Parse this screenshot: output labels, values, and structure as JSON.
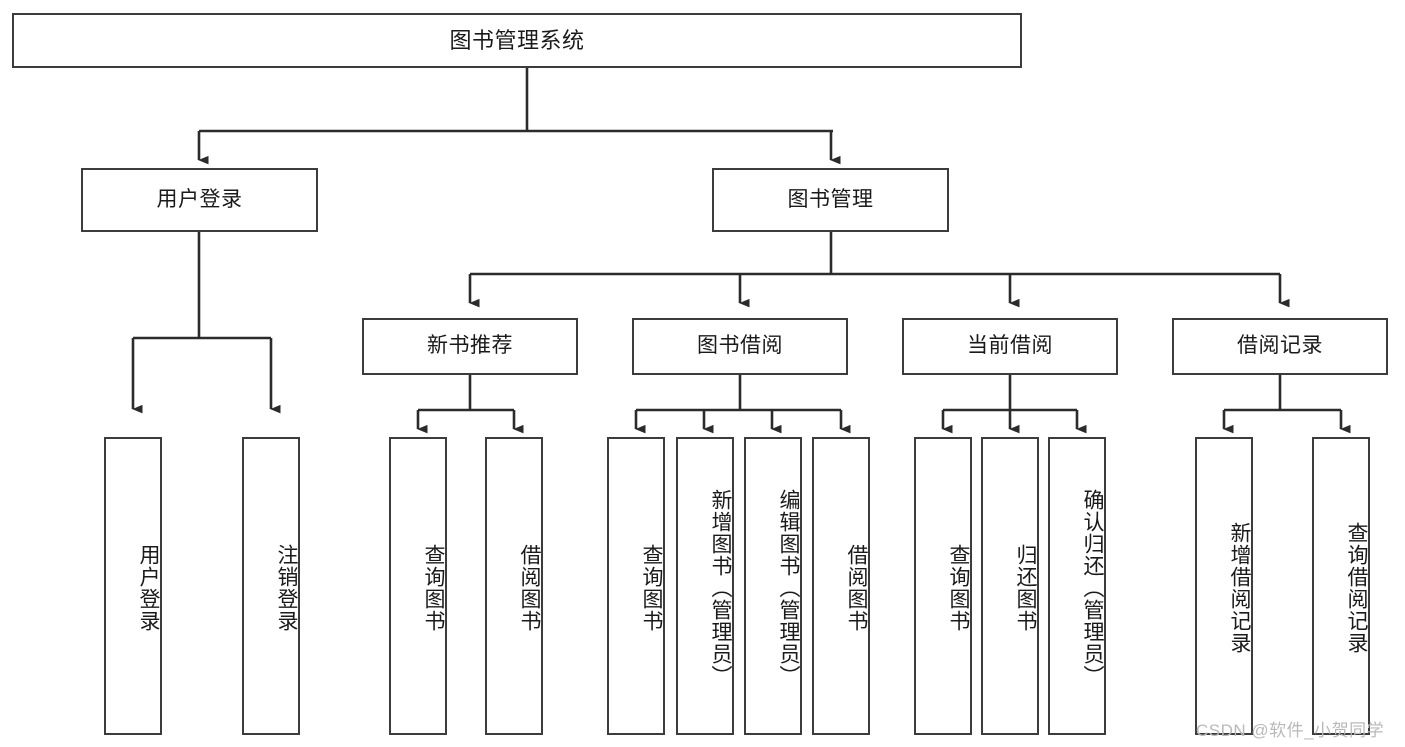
{
  "diagram": {
    "title": "图书管理系统",
    "type": "functional-structure-tree",
    "watermark": "CSDN @软件_小贺同学",
    "colors": {
      "box_border": "#3c3c3c",
      "box_fill": "#ffffff",
      "edge": "#2b2b2b",
      "text": "#1a1a1a",
      "watermark": "#b9b9b9",
      "background": "#ffffff"
    }
  },
  "nodes": {
    "root": {
      "label": "图书管理系统"
    },
    "level1": [
      {
        "id": "user-login",
        "label": "用户登录"
      },
      {
        "id": "book-manage",
        "label": "图书管理"
      }
    ],
    "level2": [
      {
        "id": "new-book-rec",
        "label": "新书推荐"
      },
      {
        "id": "book-borrow",
        "label": "图书借阅"
      },
      {
        "id": "current-borrow",
        "label": "当前借阅"
      },
      {
        "id": "borrow-record",
        "label": "借阅记录"
      }
    ],
    "leaves": {
      "user_login": [
        {
          "id": "leaf-user-login",
          "label": "用户登录"
        },
        {
          "id": "leaf-logout-login",
          "label": "注销登录"
        }
      ],
      "new_book_rec": [
        {
          "id": "leaf-query-book-1",
          "label": "查询图书"
        },
        {
          "id": "leaf-borrow-book-1",
          "label": "借阅图书"
        }
      ],
      "book_borrow": [
        {
          "id": "leaf-query-book-2",
          "label": "查询图书"
        },
        {
          "id": "leaf-add-book",
          "label": "新增图书（管理员）"
        },
        {
          "id": "leaf-edit-book",
          "label": "编辑图书（管理员）"
        },
        {
          "id": "leaf-borrow-book-2",
          "label": "借阅图书"
        }
      ],
      "current_borrow": [
        {
          "id": "leaf-query-book-3",
          "label": "查询图书"
        },
        {
          "id": "leaf-return-book",
          "label": "归还图书"
        },
        {
          "id": "leaf-confirm-return",
          "label": "确认归还（管理员）"
        }
      ],
      "borrow_record": [
        {
          "id": "leaf-add-record",
          "label": "新增借阅记录"
        },
        {
          "id": "leaf-query-record",
          "label": "查询借阅记录"
        }
      ]
    }
  }
}
